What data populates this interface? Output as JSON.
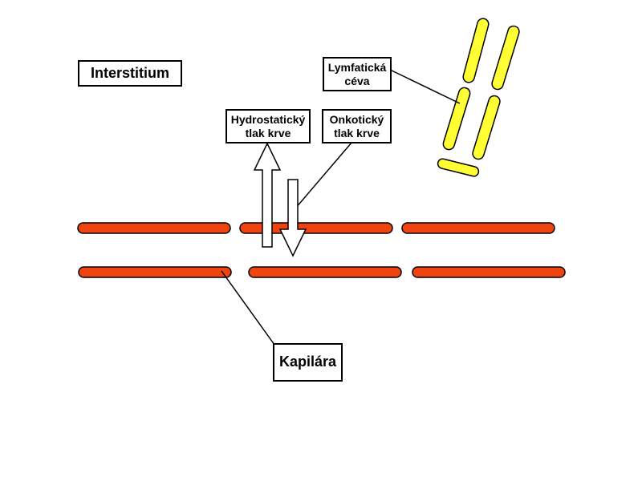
{
  "labels": {
    "interstitium": "Interstitium",
    "lymph_vessel": [
      "Lymfatická",
      "céva"
    ],
    "hydrostatic_pressure": [
      "Hydrostatický",
      "tlak krve"
    ],
    "oncotic_pressure": [
      "Onkotický",
      "tlak krve"
    ],
    "capillary": "Kapilára"
  },
  "colors": {
    "capillary_wall": "#f04410",
    "lymph_vessel": "#ffff33",
    "outline": "#000000",
    "background": "#ffffff"
  }
}
